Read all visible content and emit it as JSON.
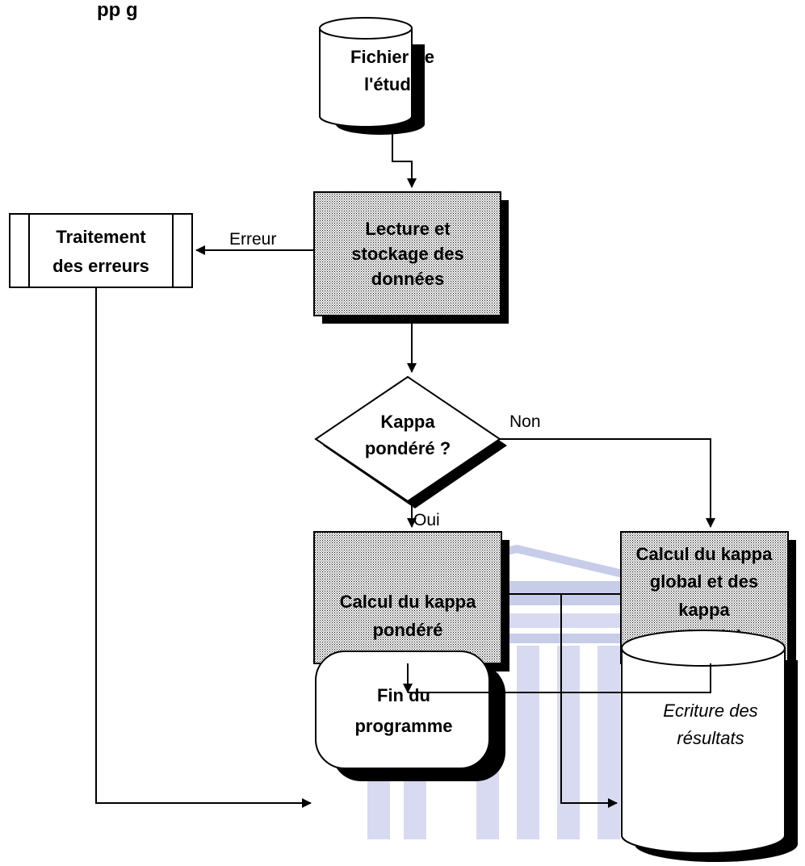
{
  "header_fragment": "pp  g",
  "nodes": {
    "fichier": [
      "Fichier de",
      "l'étude"
    ],
    "lecture": [
      "Lecture et",
      "stockage des",
      "données"
    ],
    "traitement": [
      "Traitement",
      "des erreurs"
    ],
    "decision": [
      "Kappa",
      "pondéré ?"
    ],
    "calcul_pondere": [
      "Calcul du kappa",
      "pondéré"
    ],
    "calcul_global": [
      "Calcul du kappa",
      "global et des",
      "kappa",
      "catégoriels"
    ],
    "fin": [
      "Fin du",
      "programme"
    ],
    "ecriture": [
      "Ecriture des",
      "résultats"
    ]
  },
  "edges": {
    "erreur": "Erreur",
    "non": "Non",
    "oui": "Oui"
  },
  "colors": {
    "watermark": "#c3c8e6",
    "shadow": "#000000",
    "stroke": "#000000"
  }
}
